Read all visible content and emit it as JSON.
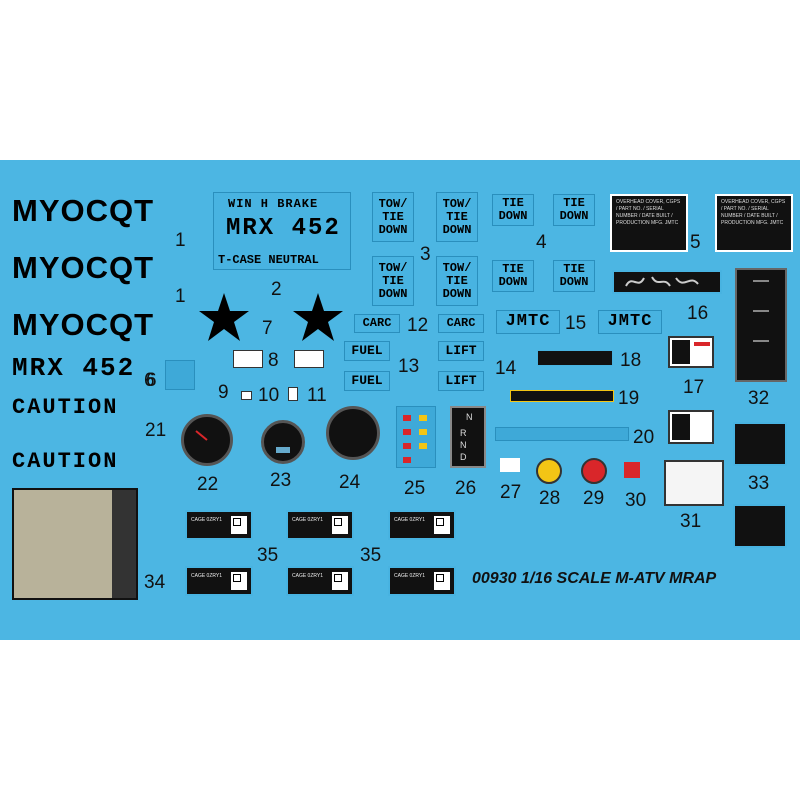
{
  "decal": {
    "myocqt": "MYOCQT",
    "mrx": "MRX 452",
    "caution": "CAUTION",
    "panel2": {
      "line1": "WIN  H BRAKE",
      "line2": "MRX 452",
      "line3": "T-CASE NEUTRAL"
    },
    "tow": [
      "TOW/",
      "TIE",
      "DOWN"
    ],
    "tie": [
      "TIE",
      "DOWN"
    ],
    "carc": "CARC",
    "fuel": "FUEL",
    "lift": "LIFT",
    "jmtc": "JMTC",
    "shifter": [
      "N",
      "R",
      "N",
      "D"
    ],
    "plate_text": "OVERHEAD COVER, CGPS / PART NO. / SERIAL NUMBER / DATE BUILT / PRODUCTION MFG. JMTC",
    "qr_label": "CAGE 0ZRY1",
    "footer": "00930 1/16 SCALE M-ATV MRAP"
  },
  "numbers": {
    "n1": "1",
    "n2": "2",
    "n3": "3",
    "n4": "4",
    "n5": "5",
    "n6": "6",
    "n7": "7",
    "n8": "8",
    "n9": "9",
    "n10": "10",
    "n11": "11",
    "n12": "12",
    "n13": "13",
    "n14": "14",
    "n15": "15",
    "n16": "16",
    "n17": "17",
    "n18": "18",
    "n19": "19",
    "n20": "20",
    "n21": "21",
    "n22": "22",
    "n23": "23",
    "n24": "24",
    "n25": "25",
    "n26": "26",
    "n27": "27",
    "n28": "28",
    "n29": "29",
    "n30": "30",
    "n31": "31",
    "n32": "32",
    "n33": "33",
    "n34": "34",
    "n35": "35"
  },
  "colors": {
    "sheet": "#4cb6e3",
    "ink": "#000000",
    "accent_yellow": "#f3c515",
    "accent_red": "#d9262a"
  }
}
